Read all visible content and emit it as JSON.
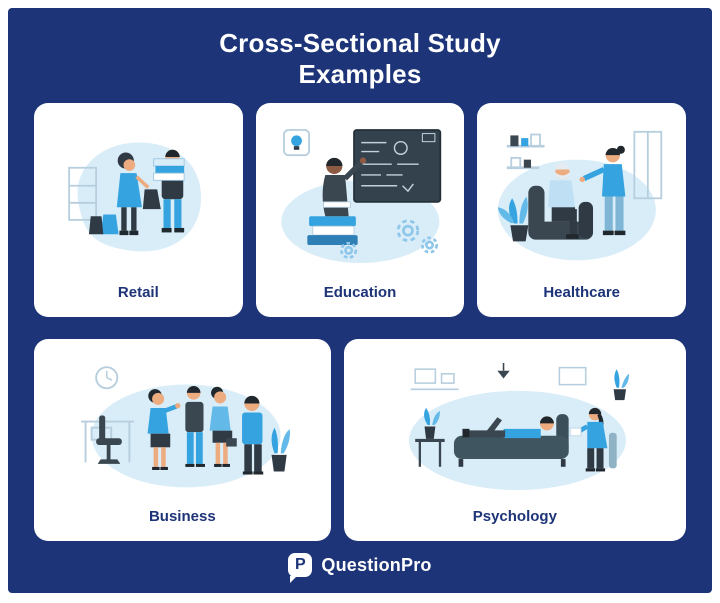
{
  "title": "Cross-Sectional Study Examples",
  "cards": [
    {
      "label": "Retail"
    },
    {
      "label": "Education"
    },
    {
      "label": "Healthcare"
    },
    {
      "label": "Business"
    },
    {
      "label": "Psychology"
    }
  ],
  "footer": {
    "brand": "QuestionPro",
    "icon_letter": "P"
  },
  "colors": {
    "background_navy": "#1d3478",
    "card_white": "#ffffff",
    "accent_blue": "#35a3e0",
    "light_blue_blob": "#d9edf9",
    "dark_slate": "#3a4750"
  }
}
